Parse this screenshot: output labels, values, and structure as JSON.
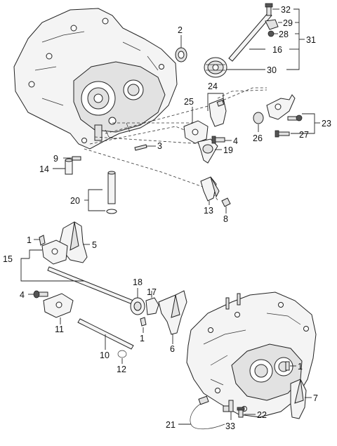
{
  "labels": {
    "l1a": "1",
    "l1b": "1",
    "l1c": "1",
    "l2": "2",
    "l3": "3",
    "l4a": "4",
    "l4b": "4",
    "l5": "5",
    "l6": "6",
    "l7": "7",
    "l8": "8",
    "l9": "9",
    "l10": "10",
    "l11": "11",
    "l12": "12",
    "l13": "13",
    "l14": "14",
    "l15": "15",
    "l16": "16",
    "l17": "17",
    "l18": "18",
    "l19": "19",
    "l20": "20",
    "l21": "21",
    "l22": "22",
    "l23": "23",
    "l24": "24",
    "l25": "25",
    "l26": "26",
    "l27": "27",
    "l28": "28",
    "l29": "29",
    "l30": "30",
    "l31": "31",
    "l32": "32",
    "l33": "33"
  }
}
